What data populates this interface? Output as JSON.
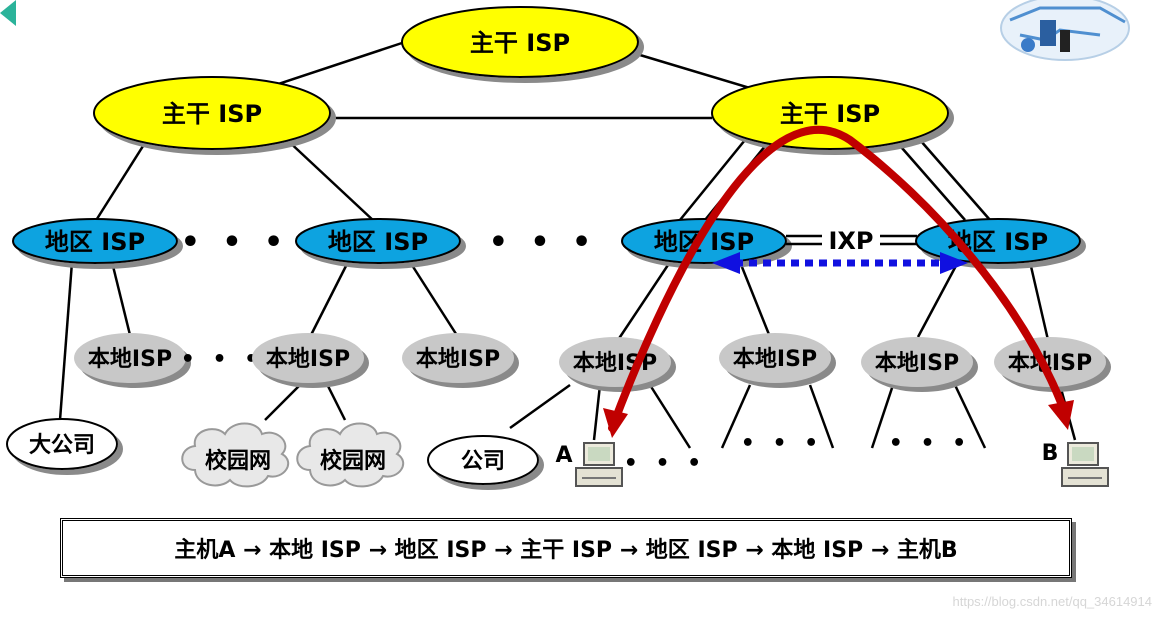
{
  "backbone_isp": "主干 ISP",
  "regional_isp": "地区 ISP",
  "local_isp": "本地ISP",
  "ixp": "IXP",
  "big_company": "大公司",
  "campus_net": "校园网",
  "company": "公司",
  "host_a": "A",
  "host_b": "B",
  "ellipsis": "• • •",
  "ellipsis_small": "• • •",
  "path_caption": "主机A → 本地 ISP → 地区 ISP → 主干 ISP → 地区 ISP → 本地 ISP → 主机B",
  "watermark": "https://blog.csdn.net/qq_34614914",
  "colors": {
    "backbone_fill": "#ffff00",
    "regional_fill": "#0fa3e0",
    "local_fill": "#c8c8c8",
    "route_arrow": "#c00000",
    "ixp_link": "#1010e0"
  }
}
